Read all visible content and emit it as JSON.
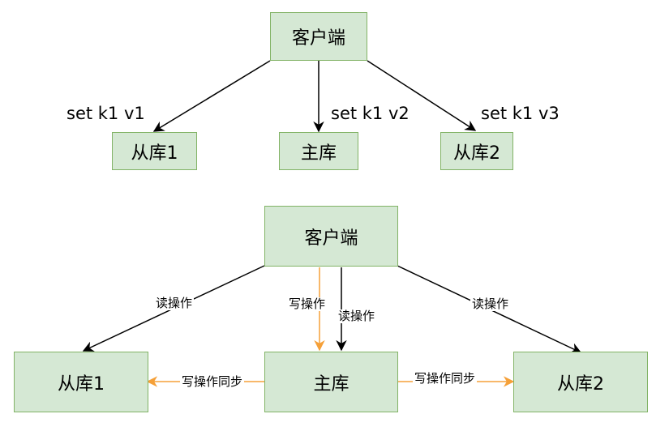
{
  "colors": {
    "box_fill": "#d5e8d4",
    "box_stroke": "#82b366",
    "arrow_black": "#000000",
    "arrow_orange": "#f5a038"
  },
  "top": {
    "client": "客户端",
    "slave1": "从库1",
    "master": "主库",
    "slave2": "从库2",
    "edge_slave1": "set k1 v1",
    "edge_master": "set k1 v2",
    "edge_slave2": "set k1 v3"
  },
  "bottom": {
    "client": "客户端",
    "slave1": "从库1",
    "master": "主库",
    "slave2": "从库2",
    "edge_read_slave1": "读操作",
    "edge_write_master": "写操作",
    "edge_read_master": "读操作",
    "edge_read_slave2": "读操作",
    "edge_sync_slave1": "写操作同步",
    "edge_sync_slave2": "写操作同步"
  }
}
